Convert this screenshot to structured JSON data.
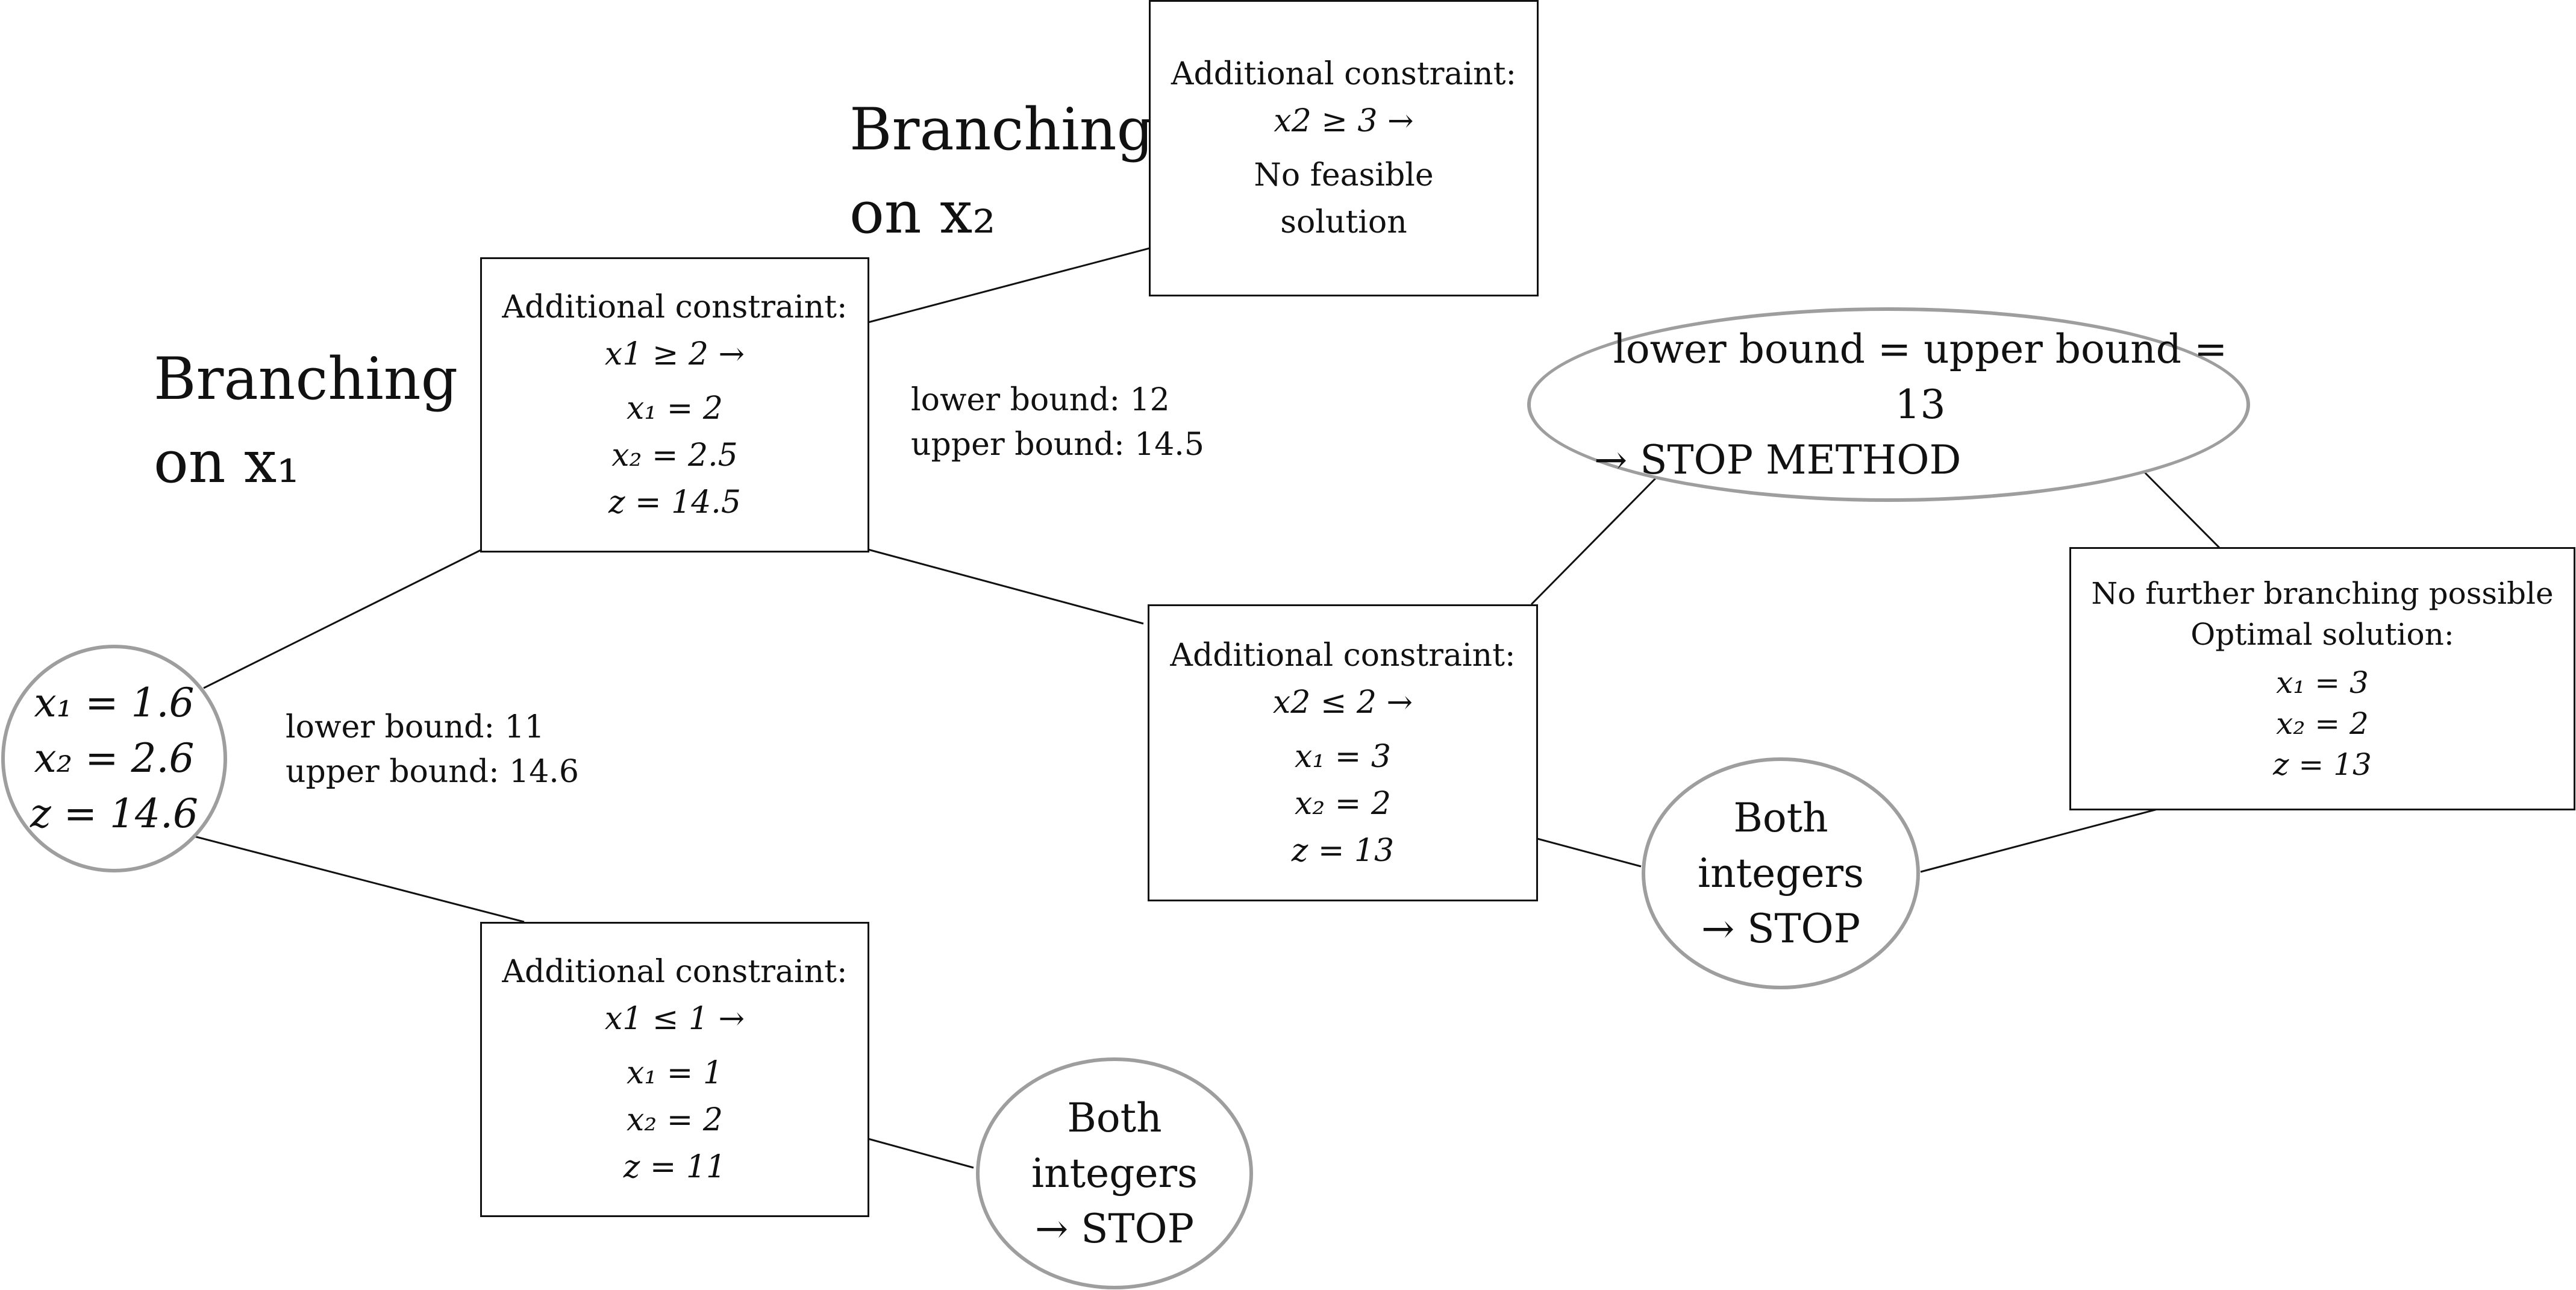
{
  "branch_x1": {
    "line1": "Branching",
    "line2": "on x₁"
  },
  "branch_x2": {
    "line1": "Branching",
    "line2": "on x₂"
  },
  "root": {
    "line1": "x₁ = 1.6",
    "line2": "x₂ = 2.6",
    "line3": "z = 14.6"
  },
  "bound1": {
    "lower": "lower bound:  11",
    "upper": "upper bound:  14.6"
  },
  "bound2": {
    "lower": "lower bound:  12",
    "upper": "upper bound:  14.5"
  },
  "node_x1_ge2": {
    "title": "Additional constraint:",
    "constraint": "x1 ≥ 2  →",
    "x1": "x₁ = 2",
    "x2": "x₂ = 2.5",
    "z": "z = 14.5"
  },
  "node_x1_le1": {
    "title": "Additional constraint:",
    "constraint": "x1 ≤ 1  →",
    "x1": "x₁ = 1",
    "x2": "x₂ = 2",
    "z": "z = 11"
  },
  "node_x2_ge3": {
    "title": "Additional constraint:",
    "constraint": "x2 ≥ 3  →",
    "line3": "No feasible",
    "line4": "solution"
  },
  "node_x2_le2": {
    "title": "Additional constraint:",
    "constraint": "x2 ≤ 2  →",
    "x1": "x₁ = 3",
    "x2": "x₂ = 2",
    "z": "z = 13"
  },
  "stop_left": {
    "line1": "Both integers",
    "line2": "→ STOP"
  },
  "stop_right": {
    "line1": "Both integers",
    "line2": "→ STOP"
  },
  "stop_method": {
    "line1": "lower bound = upper bound = 13",
    "line2": "→ STOP METHOD"
  },
  "optimal": {
    "line1": "No further branching possible",
    "line2": "Optimal solution:",
    "x1": "x₁ = 3",
    "x2": "x₂ = 2",
    "z": "z = 13"
  },
  "colors": {
    "box_border": "#111111",
    "oval_border": "#9e9e9e",
    "edge": "#111111"
  }
}
